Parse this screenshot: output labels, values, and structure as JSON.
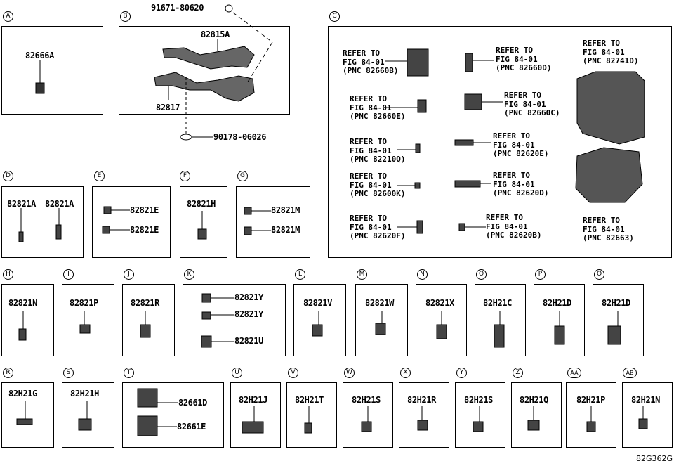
{
  "sections": {
    "A": {
      "label": "A",
      "parts": [
        "82666A"
      ]
    },
    "B": {
      "label": "B",
      "parts": [
        "82815A",
        "82817"
      ],
      "bolt": "91671-80620",
      "clip": "90178-06026"
    },
    "C": {
      "label": "C",
      "refs": [
        "REFER TO\nFIG 84-01\n(PNC 82660B)",
        "REFER TO\nFIG 84-01\n(PNC 82660D)",
        "REFER TO\nFIG 84-01\n(PNC 82741D)",
        "REFER TO\nFIG 84-01\n(PNC 82660E)",
        "REFER TO\nFIG 84-01\n(PNC 82660C)",
        "REFER TO\nFIG 84-01\n(PNC 82210Q)",
        "REFER TO\nFIG 84-01\n(PNC 82620E)",
        "REFER TO\nFIG 84-01\n(PNC 82600K)",
        "REFER TO\nFIG 84-01\n(PNC 82620D)",
        "REFER TO\nFIG 84-01\n(PNC 82620F)",
        "REFER TO\nFIG 84-01\n(PNC 82620B)",
        "REFER TO\nFIG 84-01\n(PNC 82663)"
      ]
    },
    "D": {
      "label": "D",
      "parts": [
        "82821A",
        "82821A"
      ]
    },
    "E": {
      "label": "E",
      "parts": [
        "82821E",
        "82821E"
      ]
    },
    "F": {
      "label": "F",
      "parts": [
        "82821H"
      ]
    },
    "G": {
      "label": "G",
      "parts": [
        "82821M",
        "82821M"
      ]
    },
    "H": {
      "label": "H",
      "parts": [
        "82821N"
      ]
    },
    "I": {
      "label": "I",
      "parts": [
        "82821P"
      ]
    },
    "J": {
      "label": "J",
      "parts": [
        "82821R"
      ]
    },
    "K": {
      "label": "K",
      "parts": [
        "82821Y",
        "82821Y",
        "82821U"
      ]
    },
    "L": {
      "label": "L",
      "parts": [
        "82821V"
      ]
    },
    "M": {
      "label": "M",
      "parts": [
        "82821W"
      ]
    },
    "N": {
      "label": "N",
      "parts": [
        "82821X"
      ]
    },
    "O": {
      "label": "O",
      "parts": [
        "82H21C"
      ]
    },
    "P": {
      "label": "P",
      "parts": [
        "82H21D"
      ]
    },
    "Q": {
      "label": "Q",
      "parts": [
        "82H21D"
      ]
    },
    "R": {
      "label": "R",
      "parts": [
        "82H21G"
      ]
    },
    "S": {
      "label": "S",
      "parts": [
        "82H21H"
      ]
    },
    "T": {
      "label": "T",
      "parts": [
        "82661D",
        "82661E"
      ]
    },
    "U": {
      "label": "U",
      "parts": [
        "82H21J"
      ]
    },
    "V": {
      "label": "V",
      "parts": [
        "82H21T"
      ]
    },
    "W": {
      "label": "W",
      "parts": [
        "82H21S"
      ]
    },
    "X": {
      "label": "X",
      "parts": [
        "82H21R"
      ]
    },
    "Y": {
      "label": "Y",
      "parts": [
        "82H21S"
      ]
    },
    "Z": {
      "label": "Z",
      "parts": [
        "82H21Q"
      ]
    },
    "AA": {
      "label": "AA",
      "parts": [
        "82H21P"
      ]
    },
    "AB": {
      "label": "AB",
      "parts": [
        "82H21N"
      ]
    }
  },
  "diagram_code": "82G362G"
}
